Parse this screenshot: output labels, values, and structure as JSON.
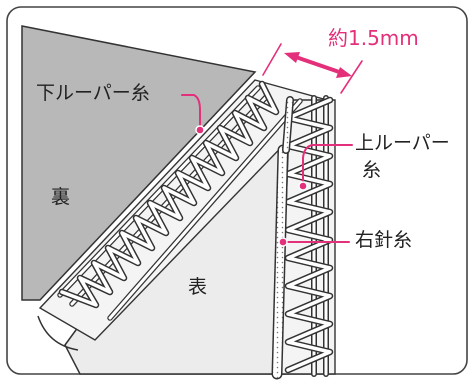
{
  "labels": {
    "dimension": "約1.5mm",
    "lower_looper_thread": "下ルーパー糸",
    "upper_looper_thread_line1": "上ルーパー",
    "upper_looper_thread_line2": "糸",
    "right_needle_thread": "右針糸",
    "wrong_side": "裏",
    "right_side": "表"
  },
  "colors": {
    "accent": "#e4307a",
    "fabric_back": "#b8b8b8",
    "fabric_front": "#ececec",
    "outline": "#333333",
    "thread": "#ffffff"
  }
}
